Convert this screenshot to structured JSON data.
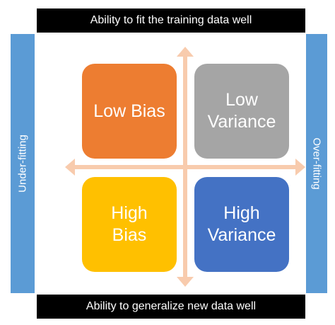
{
  "top_label": "Ability to fit the training data well",
  "bottom_label": "Ability to generalize new data well",
  "left_label": "Under-fitting",
  "right_label": "Over-fitting",
  "boxes": {
    "low_bias": {
      "line1": "Low Bias"
    },
    "low_variance": {
      "line1": "Low",
      "line2": "Variance"
    },
    "high_bias": {
      "line1": "High",
      "line2": "Bias"
    },
    "high_variance": {
      "line1": "High",
      "line2": "Variance"
    }
  },
  "colors": {
    "bars_dark": "#000000",
    "bars_side": "#5b9bd5",
    "low_bias": "#ed7d31",
    "low_variance": "#a5a5a5",
    "high_bias": "#ffc000",
    "high_variance": "#4472c4",
    "arrows": "#f8cbad"
  }
}
